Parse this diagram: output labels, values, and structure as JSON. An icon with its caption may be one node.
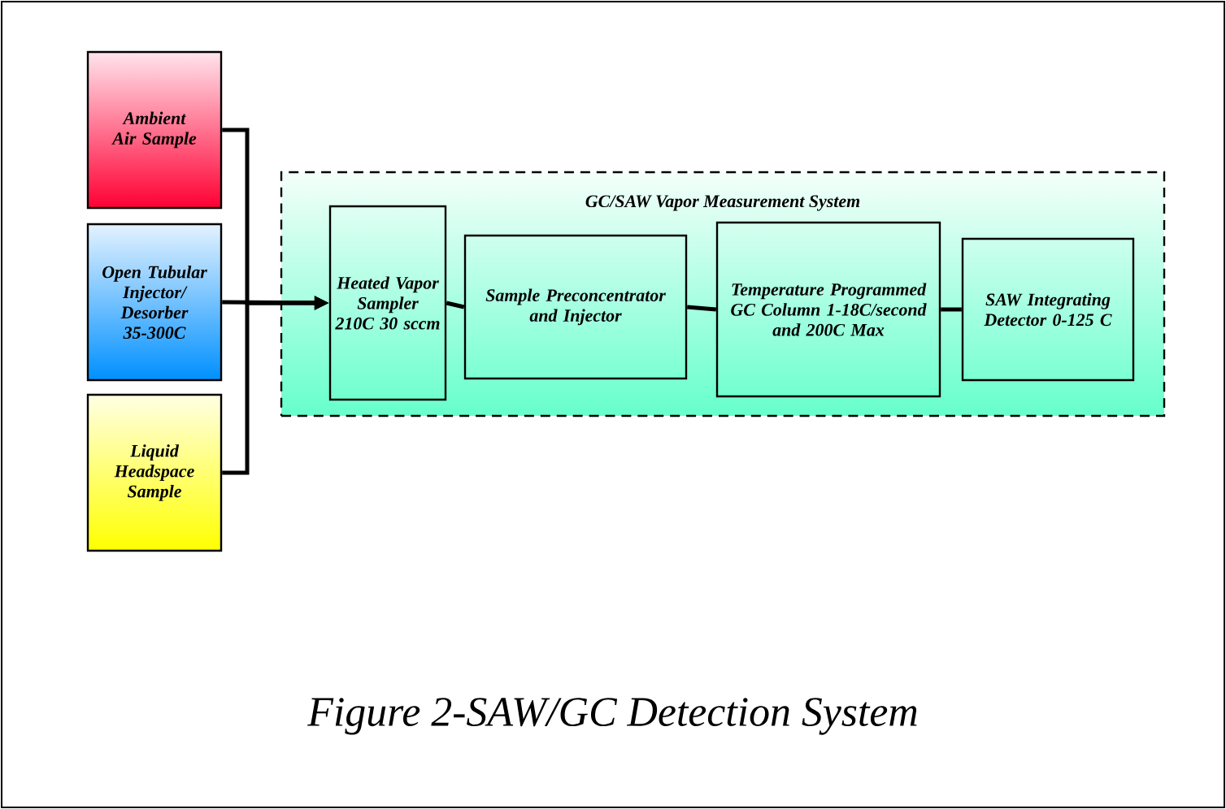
{
  "diagram": {
    "caption": "Figure 2-SAW/GC Detection System",
    "nodes": [
      {
        "text": [
          "Ambient Air Sample"
        ]
      },
      {
        "text": [
          "Open Tubular Injector/ Desorber 35-300C"
        ]
      },
      {
        "text": [
          "Liquid Headspace Sample"
        ]
      },
      {
        "text": [
          "GC/SAW Vapor Measurement System"
        ]
      },
      {
        "text": [
          "Heated Vapor Sampler 210C 30 sccm"
        ],
        "in": 3
      },
      {
        "text": [
          "Sample Preconcentrator and Injector"
        ],
        "in": 3
      },
      {
        "text": [
          "Temperature Programmed GC Column 1-18C/second and 200C Max"
        ],
        "in": 3
      },
      {
        "text": [
          "SAW Integrating Detector 0-125 C"
        ],
        "in": 3
      }
    ],
    "edges": [
      {
        "from": 0,
        "to": 4,
        "arrow": "to"
      },
      {
        "from": 1,
        "to": 4,
        "arrow": "to"
      },
      {
        "from": 2,
        "to": 4,
        "arrow": "to"
      },
      {
        "from": 4,
        "to": 5,
        "arrow": "none"
      },
      {
        "from": 5,
        "to": 6,
        "arrow": "none"
      },
      {
        "from": 6,
        "to": 7,
        "arrow": "none"
      }
    ]
  }
}
